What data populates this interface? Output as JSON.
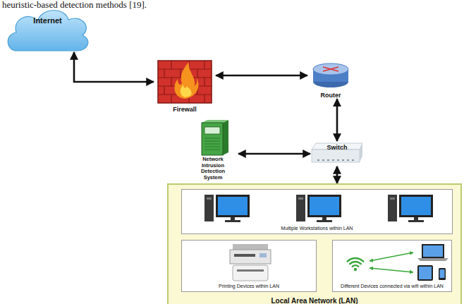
{
  "diagram": {
    "nodes": [
      {
        "text": [
          "Internet"
        ]
      },
      {
        "text": [
          "Firewall"
        ]
      },
      {
        "text": [
          "Router"
        ]
      },
      {
        "text": [
          "Network Intrusion Detection System"
        ]
      },
      {
        "text": [
          "Switch"
        ]
      },
      {
        "text": [
          "Local Area Network (LAN)"
        ]
      },
      {
        "text": [
          "Multiple Workstations within LAN"
        ],
        "in": 5
      },
      {
        "text": [
          "Printing Devices within LAN"
        ],
        "in": 5
      },
      {
        "text": [
          "Different Devices connected via wifi within LAN"
        ],
        "in": 5
      }
    ],
    "edges": [
      {
        "from": 0,
        "to": 1,
        "arrow": "both"
      },
      {
        "from": 1,
        "to": 2,
        "arrow": "both"
      },
      {
        "from": 2,
        "to": 4,
        "arrow": "both"
      },
      {
        "from": 3,
        "to": 4,
        "arrow": "both"
      },
      {
        "from": 4,
        "to": 5,
        "arrow": "both"
      }
    ],
    "labels": [
      "heuristic-based detection methods [19]."
    ]
  }
}
